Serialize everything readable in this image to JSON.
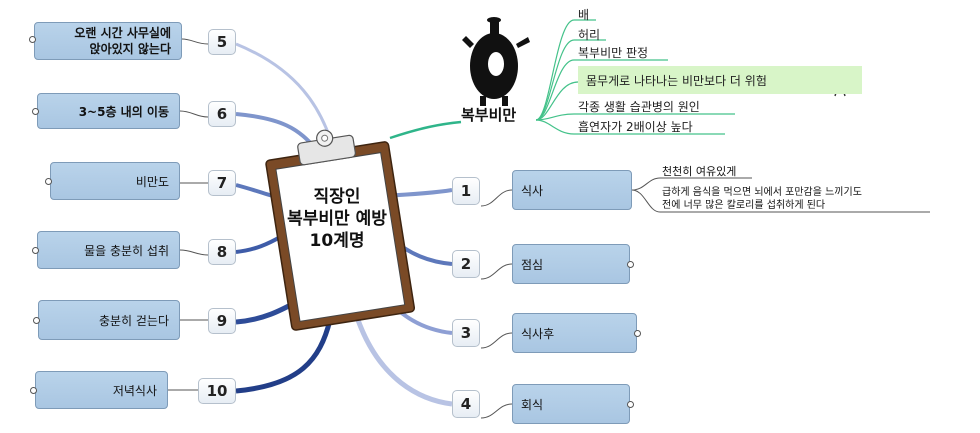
{
  "center": {
    "lines": [
      "직장인",
      "복부비만 예방",
      "10계명"
    ]
  },
  "right_branches": [
    {
      "number": "1",
      "label": "식사"
    },
    {
      "number": "2",
      "label": "점심"
    },
    {
      "number": "3",
      "label": "식사후"
    },
    {
      "number": "4",
      "label": "회식"
    }
  ],
  "left_branches": [
    {
      "number": "5",
      "line1": "오랜 시간 사무실에",
      "line2": "앉아있지 않는다"
    },
    {
      "number": "6",
      "label": "3~5층 내의 이동"
    },
    {
      "number": "7",
      "label": "비만도"
    },
    {
      "number": "8",
      "label": "물을 충분히 섭취"
    },
    {
      "number": "9",
      "label": "충분히 걷는다"
    },
    {
      "number": "10",
      "label": "저녁식사"
    }
  ],
  "meal_notes": {
    "line1": "천천히 여유있게",
    "line2": "급하게 음식을 먹으면 뇌에서 포만감을 느끼기도",
    "line3": "전에 너무 많은 칼로리를 섭취하게 된다"
  },
  "obesity": {
    "label": "복부비만",
    "items": [
      "배",
      "허리",
      "복부비만 판정",
      "몸무게로 나타나는 비만보다 더 위험",
      "각종 생활 습관병의 원인",
      "흡연자가 2배이상 높다"
    ]
  },
  "colors": {
    "node_fill": "#aecbe6",
    "node_border": "#7e9bb8",
    "branch_left": "#3a5aa0",
    "branch_light": "#a8b6dd",
    "green_connector": "#44c28a",
    "highlight": "#d8f5c8",
    "clipboard_board": "#7a4a26"
  },
  "icons": [
    "clipboard-icon",
    "potbelly-figure-icon",
    "skinny-person-icon"
  ]
}
